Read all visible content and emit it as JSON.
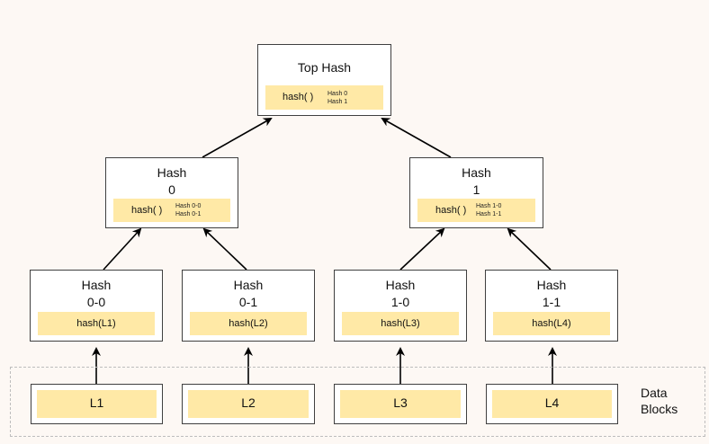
{
  "top": {
    "title": "Top Hash",
    "fn": "hash( )",
    "args": [
      "Hash 0",
      "Hash 1"
    ]
  },
  "level1": [
    {
      "title_line1": "Hash",
      "title_line2": "0",
      "fn": "hash( )",
      "args": [
        "Hash 0-0",
        "Hash 0-1"
      ]
    },
    {
      "title_line1": "Hash",
      "title_line2": "1",
      "fn": "hash( )",
      "args": [
        "Hash 1-0",
        "Hash 1-1"
      ]
    }
  ],
  "level2": [
    {
      "title_line1": "Hash",
      "title_line2": "0-0",
      "fn": "hash(L1)"
    },
    {
      "title_line1": "Hash",
      "title_line2": "0-1",
      "fn": "hash(L2)"
    },
    {
      "title_line1": "Hash",
      "title_line2": "1-0",
      "fn": "hash(L3)"
    },
    {
      "title_line1": "Hash",
      "title_line2": "1-1",
      "fn": "hash(L4)"
    }
  ],
  "leaves": [
    "L1",
    "L2",
    "L3",
    "L4"
  ],
  "data_blocks_label": [
    "Data",
    "Blocks"
  ],
  "colors": {
    "background": "#fdf8f4",
    "hash_bar": "#ffe9a6",
    "border": "#404040",
    "arrow": "#000000",
    "dashed_group": "#bdbdbd"
  }
}
